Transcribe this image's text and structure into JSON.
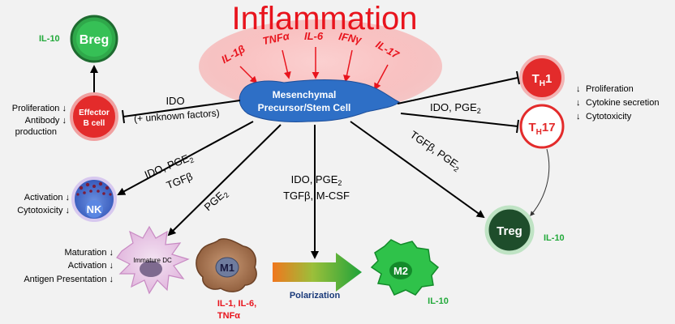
{
  "title": "Inflammation",
  "cytokines": [
    "IL-1β",
    "TNFα",
    "IL-6",
    "IFNγ",
    "IL-17"
  ],
  "msc_line1": "Mesenchymal",
  "msc_line2": "Precursor/Stem  Cell",
  "breg": {
    "label": "Breg",
    "secretes": "IL-10"
  },
  "effector_b": {
    "line1": "Effector",
    "line2": "B cell",
    "effects": [
      "Proliferation ↓",
      "Antibody ↓",
      "production"
    ]
  },
  "edge_b": {
    "line1": "IDO",
    "line2": "(+ unknown factors)"
  },
  "th1": {
    "label_main": "T",
    "label_sub": "H",
    "label_suffix": "1",
    "effects": [
      "Proliferation",
      "Cytokine secretion",
      "Cytotoxicity"
    ]
  },
  "th17": {
    "label_main": "T",
    "label_sub": "H",
    "label_suffix": "17"
  },
  "edge_th": {
    "text": "IDO, PGE",
    "sub": "2"
  },
  "edge_treg": {
    "text": "TGFβ, PGE",
    "sub": "2"
  },
  "treg": {
    "label": "Treg",
    "secretes": "IL-10"
  },
  "nk": {
    "label": "NK",
    "effects": [
      "Activation ↓",
      "Cytotoxicity ↓"
    ]
  },
  "edge_nk": {
    "line1": "IDO, PGE",
    "line1_sub": "2",
    "line2": "TGFβ"
  },
  "edge_dc": {
    "text": "PGE",
    "sub": "2"
  },
  "dc": {
    "label": "Immature DC",
    "effects": [
      "Maturation ↓",
      "Activation ↓",
      "Antigen  Presentation ↓"
    ]
  },
  "edge_m": {
    "line1": "IDO, PGE",
    "line1_sub": "2",
    "line2": "TGFβ,  M-CSF"
  },
  "m1": {
    "label": "M1",
    "secretes_line1": "IL-1,  IL-6,",
    "secretes_line2": "TNFα"
  },
  "polarization": "Polarization",
  "m2": {
    "label": "M2",
    "secretes": "IL-10"
  },
  "colors": {
    "red": "#e8141d",
    "green": "#22a93a",
    "msc_blue": "#2e6fc6",
    "dark_green": "#1e4d2b"
  }
}
